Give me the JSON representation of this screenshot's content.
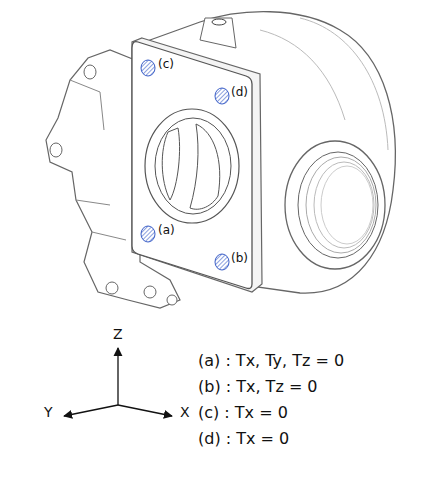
{
  "diagram": {
    "labels": [
      "(c)",
      "(d)",
      "(a)",
      "(b)",
      "Z",
      "Y",
      "X",
      "(a) : Tx, Ty, Tz = 0",
      "(b) : Tx, Tz = 0",
      "(c) : Tx = 0",
      "(d) : Tx = 0"
    ]
  }
}
